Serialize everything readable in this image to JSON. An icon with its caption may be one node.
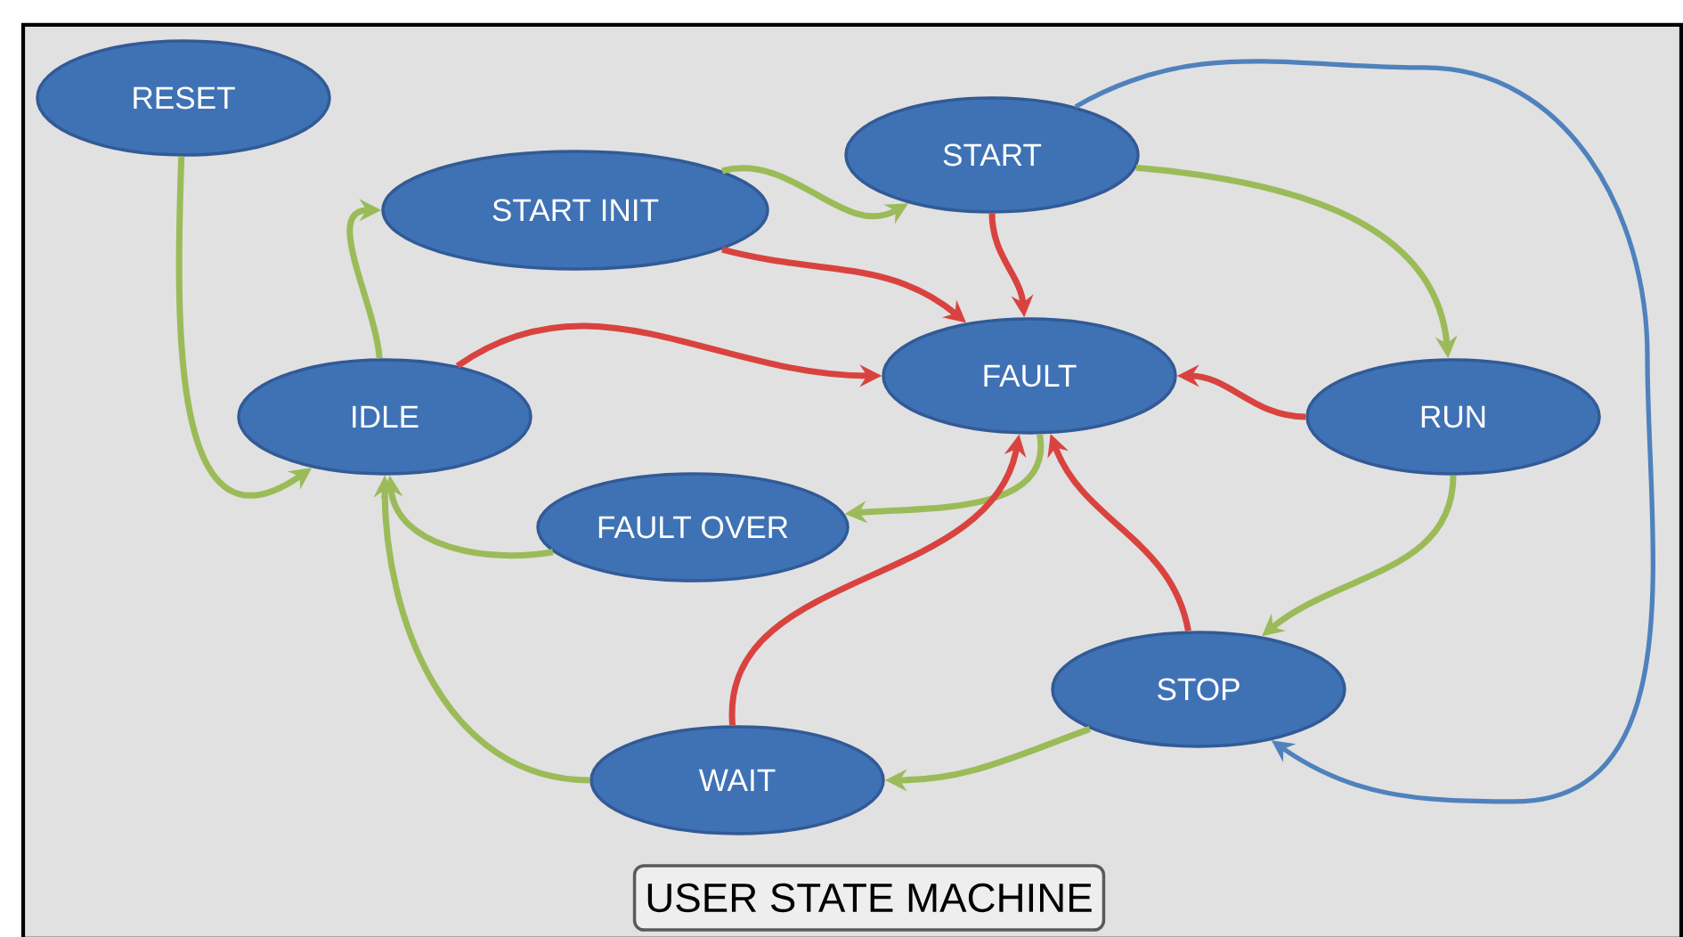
{
  "diagram": {
    "title": "USER STATE MACHINE",
    "nodes": [
      {
        "text": [
          "RESET"
        ]
      },
      {
        "text": [
          "START INIT"
        ]
      },
      {
        "text": [
          "START"
        ]
      },
      {
        "text": [
          "IDLE"
        ]
      },
      {
        "text": [
          "FAULT"
        ]
      },
      {
        "text": [
          "RUN"
        ]
      },
      {
        "text": [
          "FAULT OVER"
        ]
      },
      {
        "text": [
          "STOP"
        ]
      },
      {
        "text": [
          "WAIT"
        ]
      }
    ],
    "edges": [
      {
        "from": 0,
        "to": 3,
        "arrow": "to"
      },
      {
        "from": 3,
        "to": 1,
        "arrow": "to"
      },
      {
        "from": 1,
        "to": 2,
        "arrow": "to"
      },
      {
        "from": 2,
        "to": 5,
        "arrow": "to"
      },
      {
        "from": 5,
        "to": 7,
        "arrow": "to"
      },
      {
        "from": 7,
        "to": 8,
        "arrow": "to"
      },
      {
        "from": 8,
        "to": 3,
        "arrow": "to"
      },
      {
        "from": 4,
        "to": 6,
        "arrow": "to"
      },
      {
        "from": 6,
        "to": 3,
        "arrow": "to"
      },
      {
        "from": 1,
        "to": 4,
        "arrow": "to",
        "color": "#d9433f"
      },
      {
        "from": 2,
        "to": 4,
        "arrow": "to",
        "color": "#d9433f"
      },
      {
        "from": 3,
        "to": 4,
        "arrow": "to",
        "color": "#d9433f"
      },
      {
        "from": 5,
        "to": 4,
        "arrow": "to",
        "color": "#d9433f"
      },
      {
        "from": 8,
        "to": 4,
        "arrow": "to",
        "color": "#d9433f"
      },
      {
        "from": 7,
        "to": 4,
        "arrow": "to",
        "color": "#d9433f"
      },
      {
        "from": 2,
        "to": 7,
        "arrow": "to",
        "color": "#4f81bd"
      }
    ]
  }
}
